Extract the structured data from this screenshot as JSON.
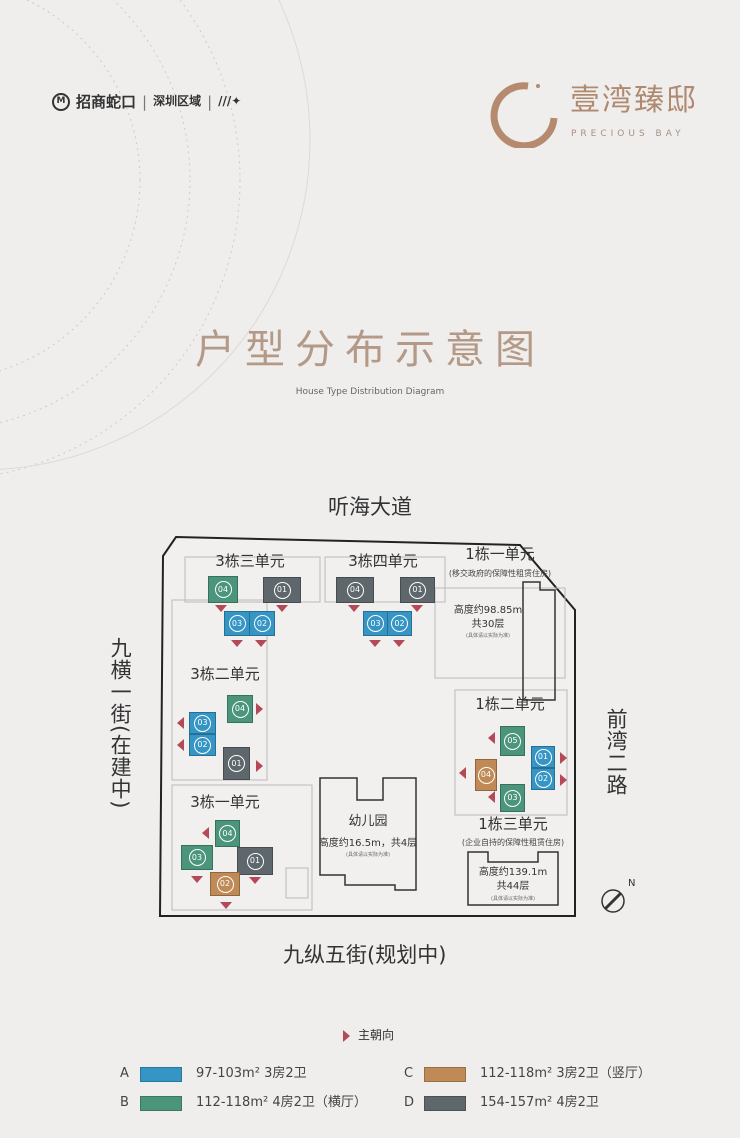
{
  "header": {
    "brand": "招商蛇口",
    "region": "深圳区域",
    "slogan": "",
    "project_name": "壹湾臻邸",
    "project_en": "PRECIOUS BAY"
  },
  "title": "户型分布示意图",
  "subtitle": "House Type Distribution Diagram",
  "roads": {
    "north": "听海大道",
    "west": "九横一街(在建中)",
    "east": "前湾二路",
    "south": "九纵五街(规划中)"
  },
  "buildings": {
    "b3u3": {
      "label": "3栋三单元",
      "units": [
        "04",
        "01",
        "03",
        "02"
      ]
    },
    "b3u4": {
      "label": "3栋四单元",
      "units": [
        "04",
        "01",
        "03",
        "02"
      ]
    },
    "b3u2": {
      "label": "3栋二单元",
      "units": [
        "04",
        "03",
        "02",
        "01"
      ]
    },
    "b3u1": {
      "label": "3栋一单元",
      "units": [
        "04",
        "03",
        "01",
        "02"
      ]
    },
    "b1u1": {
      "label": "1栋一单元",
      "note": "(移交政府的保障性租赁住房)",
      "height": "高度约98.85m",
      "floors": "共30层",
      "fine": "(具体请以实际为准)"
    },
    "b1u2": {
      "label": "1栋二单元",
      "units": [
        "05",
        "04",
        "01",
        "02",
        "03"
      ]
    },
    "b1u3": {
      "label": "1栋三单元",
      "note": "(企业自持的保障性租赁住房)",
      "height": "高度约139.1m",
      "floors": "共44层",
      "fine": "(具体请以实际为准)"
    },
    "kindergarten": {
      "label": "幼儿园",
      "height": "高度约16.5m，共4层",
      "fine": "(具体请以实际为准)"
    }
  },
  "compass": "N",
  "legend": {
    "orientation": "主朝向",
    "items": [
      {
        "letter": "A",
        "area": "97-103m²",
        "rooms": "3房2卫",
        "color": "#3595c4"
      },
      {
        "letter": "B",
        "area": "112-118m²",
        "rooms": "4房2卫（横厅）",
        "color": "#4b957c"
      },
      {
        "letter": "C",
        "area": "112-118m²",
        "rooms": "3房2卫（竖厅）",
        "color": "#bf8a55"
      },
      {
        "letter": "D",
        "area": "154-157m²",
        "rooms": "4房2卫",
        "color": "#5e676c"
      }
    ]
  }
}
